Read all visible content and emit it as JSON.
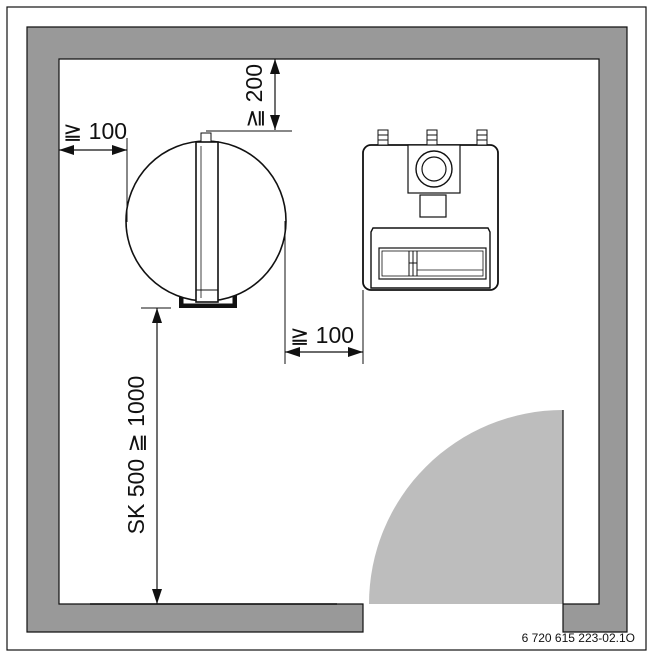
{
  "dimensions": {
    "top_clearance": "≧ 200",
    "left_clearance": "≧ 100",
    "side_clearance": "≧ 100",
    "front_clearance": "SK 500 ≧ 1000"
  },
  "reference": "6 720 615 223-02.1O",
  "colors": {
    "wall": "#999999",
    "door_swing": "#bdbdbd",
    "line": "#111111"
  }
}
